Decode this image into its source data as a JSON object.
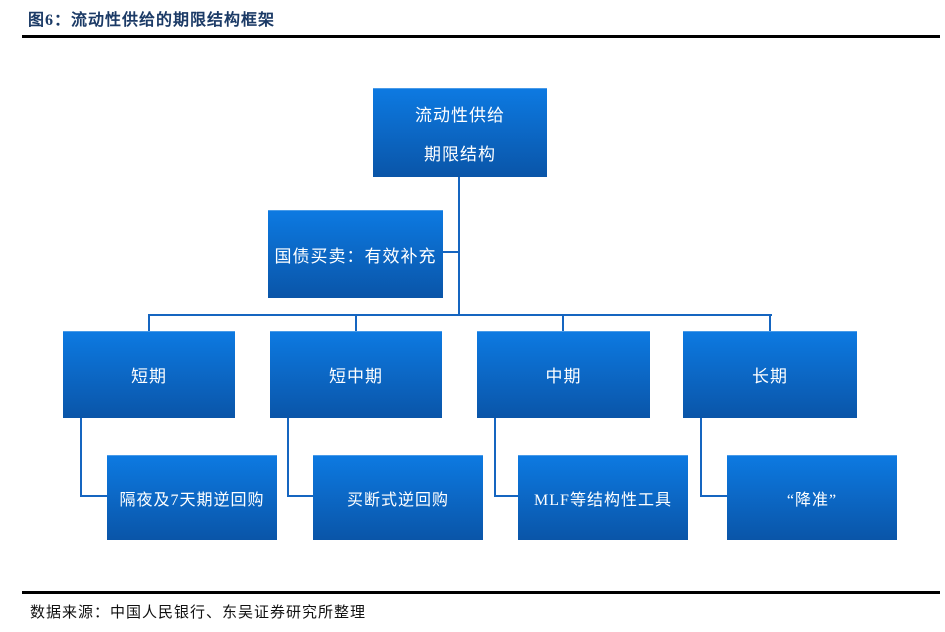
{
  "figure": {
    "title": "图6：流动性供给的期限结构框架",
    "source": "数据来源：中国人民银行、东吴证券研究所整理"
  },
  "diagram": {
    "root": {
      "line1": "流动性供给",
      "line2": "期限结构"
    },
    "supplement": {
      "label": "国债买卖：有效补充"
    },
    "branches": [
      {
        "label": "短期",
        "tool": "隔夜及7天期逆回购"
      },
      {
        "label": "短中期",
        "tool": "买断式逆回购"
      },
      {
        "label": "中期",
        "tool": "MLF等结构性工具"
      },
      {
        "label": "长期",
        "tool": "“降准”"
      }
    ]
  },
  "colors": {
    "node_gradient_top": "#0d7ae2",
    "node_gradient_bottom": "#0a55a8",
    "connector": "#1565c0",
    "title_text": "#1b3a66",
    "rule": "#000000"
  }
}
